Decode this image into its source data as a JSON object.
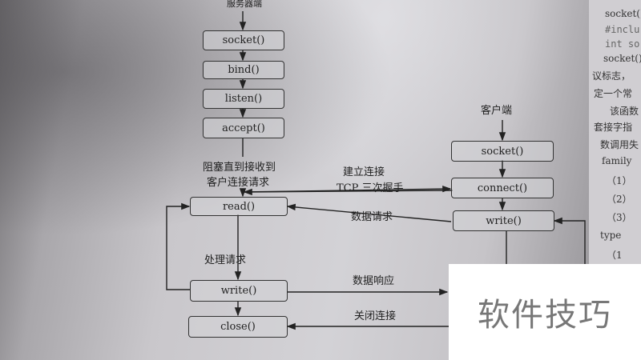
{
  "server": {
    "title": "服务器端",
    "socket": "socket()",
    "bind": "bind()",
    "listen": "listen()",
    "accept": "accept()",
    "block_line1": "阻塞直到接收到",
    "block_line2": "客户连接请求",
    "read": "read()",
    "process": "处理请求",
    "write": "write()",
    "close": "close()"
  },
  "client": {
    "title": "客户端",
    "socket": "socket()",
    "connect": "connect()",
    "write": "write()"
  },
  "arrows": {
    "connect_line1": "建立连接",
    "connect_line2": "TCP 三次握手",
    "request": "数据请求",
    "response": "数据响应",
    "close": "关闭连接"
  },
  "side_text": [
    "socket()i",
    "#inclu",
    "int so",
    "socket()",
    "议标志，",
    "定一个常",
    "该函数",
    "套接字指",
    "数调用失",
    "family",
    "（1）",
    "（2）",
    "（3）",
    "type",
    "（1"
  ],
  "watermark": "软件技巧"
}
